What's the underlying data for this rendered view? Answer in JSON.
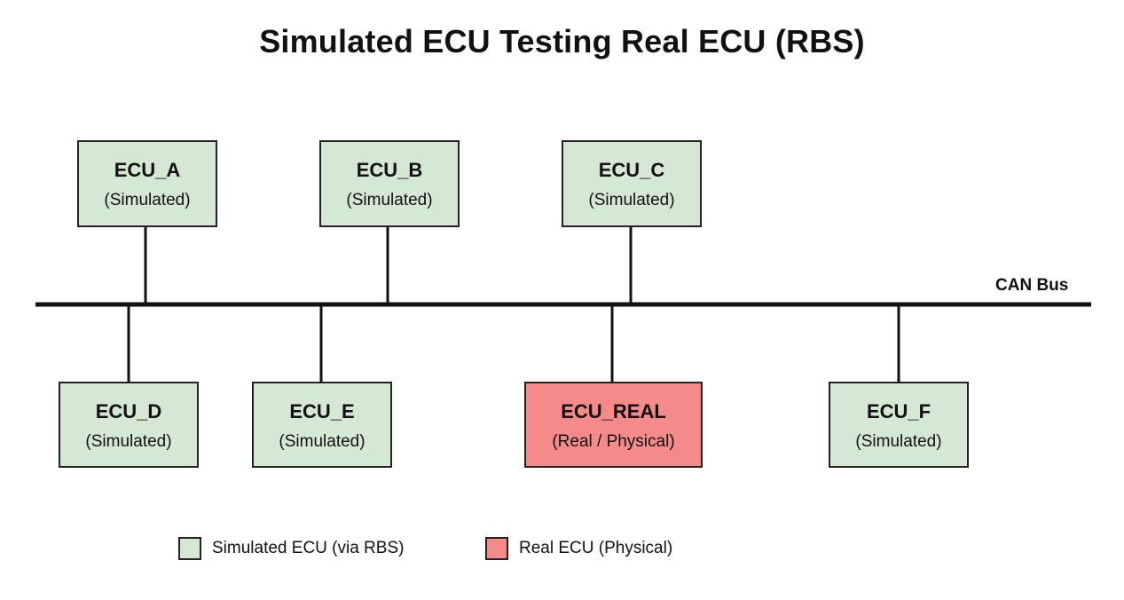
{
  "title": "Simulated ECU Testing Real ECU (RBS)",
  "bus": {
    "label": "CAN Bus"
  },
  "colors": {
    "simulated_fill": "#d5e8d4",
    "real_fill": "#f48a8a",
    "outline": "#222222",
    "bus_line": "#111111"
  },
  "ecus": [
    {
      "name": "ECU_A",
      "kind": "(Simulated)",
      "type": "simulated",
      "row": "top"
    },
    {
      "name": "ECU_B",
      "kind": "(Simulated)",
      "type": "simulated",
      "row": "top"
    },
    {
      "name": "ECU_C",
      "kind": "(Simulated)",
      "type": "simulated",
      "row": "top"
    },
    {
      "name": "ECU_D",
      "kind": "(Simulated)",
      "type": "simulated",
      "row": "bottom"
    },
    {
      "name": "ECU_E",
      "kind": "(Simulated)",
      "type": "simulated",
      "row": "bottom"
    },
    {
      "name": "ECU_REAL",
      "kind": "(Real / Physical)",
      "type": "real",
      "row": "bottom"
    },
    {
      "name": "ECU_F",
      "kind": "(Simulated)",
      "type": "simulated",
      "row": "bottom"
    }
  ],
  "legend": [
    {
      "label": "Simulated ECU (via RBS)",
      "type": "simulated"
    },
    {
      "label": "Real ECU (Physical)",
      "type": "real"
    }
  ]
}
